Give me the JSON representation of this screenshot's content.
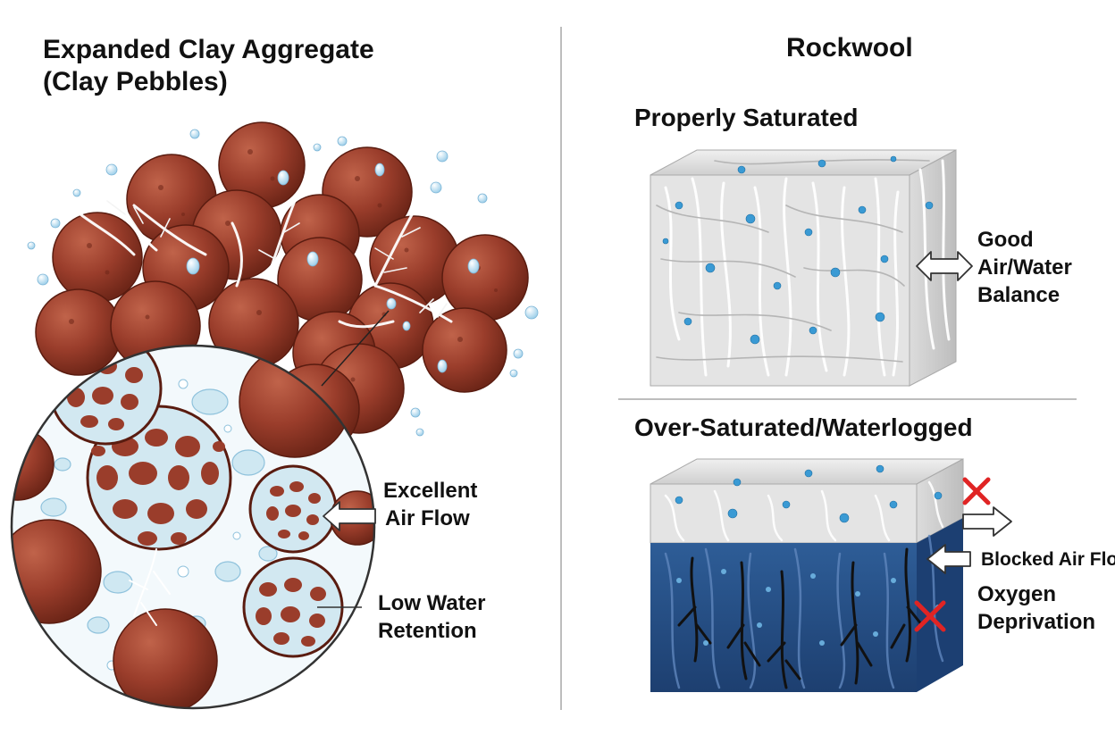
{
  "left": {
    "title_line1": "Expanded Clay Aggregate",
    "title_line2": "(Clay Pebbles)",
    "label_air_line1": "Excellent",
    "label_air_line2": "Air Flow",
    "label_water_line1": "Low Water",
    "label_water_line2": "Retention"
  },
  "right": {
    "title": "Rockwool",
    "top_subtitle": "Properly Saturated",
    "top_label_line1": "Good",
    "top_label_line2": "Air/Water",
    "top_label_line3": "Balance",
    "bottom_subtitle": "Over-Saturated/Waterlogged",
    "bottom_label_blocked": "Blocked Air Flow",
    "bottom_label_line1": "Oxygen",
    "bottom_label_line2": "Deprivation"
  },
  "colors": {
    "clay": "#9a3d2b",
    "clay_dark": "#6e2618",
    "water": "#cfe8f2",
    "rockwool": "#d6d6d6",
    "waterlogged": "#264f86",
    "cross": "#e02424"
  }
}
